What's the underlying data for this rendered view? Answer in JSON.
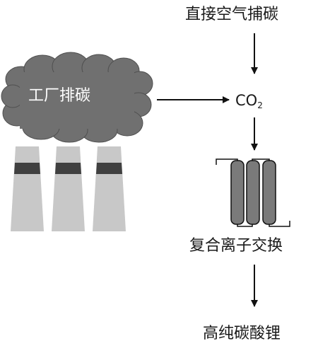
{
  "labels": {
    "direct_air_capture": "直接空气捕碳",
    "factory_emission": "工厂排碳",
    "co2_main": "CO",
    "co2_sub": "2",
    "ion_exchange": "复合离子交换",
    "product": "高纯碳酸锂"
  },
  "colors": {
    "smoke": "#707070",
    "smoke_edge": "#4f4f4f",
    "chimney": "#c8c8c8",
    "chimney_band": "#404040",
    "column": "#7a7a7a",
    "arrow": "#111111"
  }
}
